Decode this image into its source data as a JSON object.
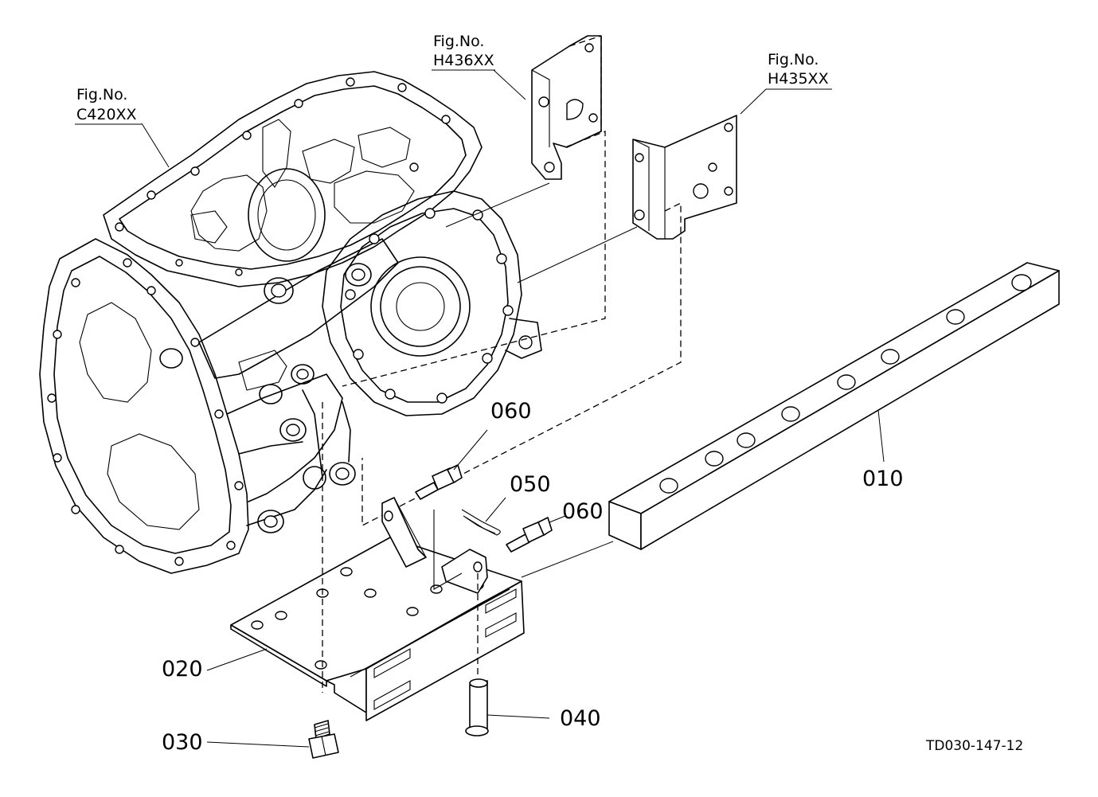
{
  "figure_refs": [
    {
      "fig_label": "Fig.No.",
      "fig_code": "C420XX"
    },
    {
      "fig_label": "Fig.No.",
      "fig_code": "H436XX"
    },
    {
      "fig_label": "Fig.No.",
      "fig_code": "H435XX"
    }
  ],
  "part_labels": {
    "p010": "010",
    "p020": "020",
    "p030": "030",
    "p040": "040",
    "p050": "050",
    "p060_upper": "060",
    "p060_lower": "060"
  },
  "drawing_code": "TD030-147-12"
}
